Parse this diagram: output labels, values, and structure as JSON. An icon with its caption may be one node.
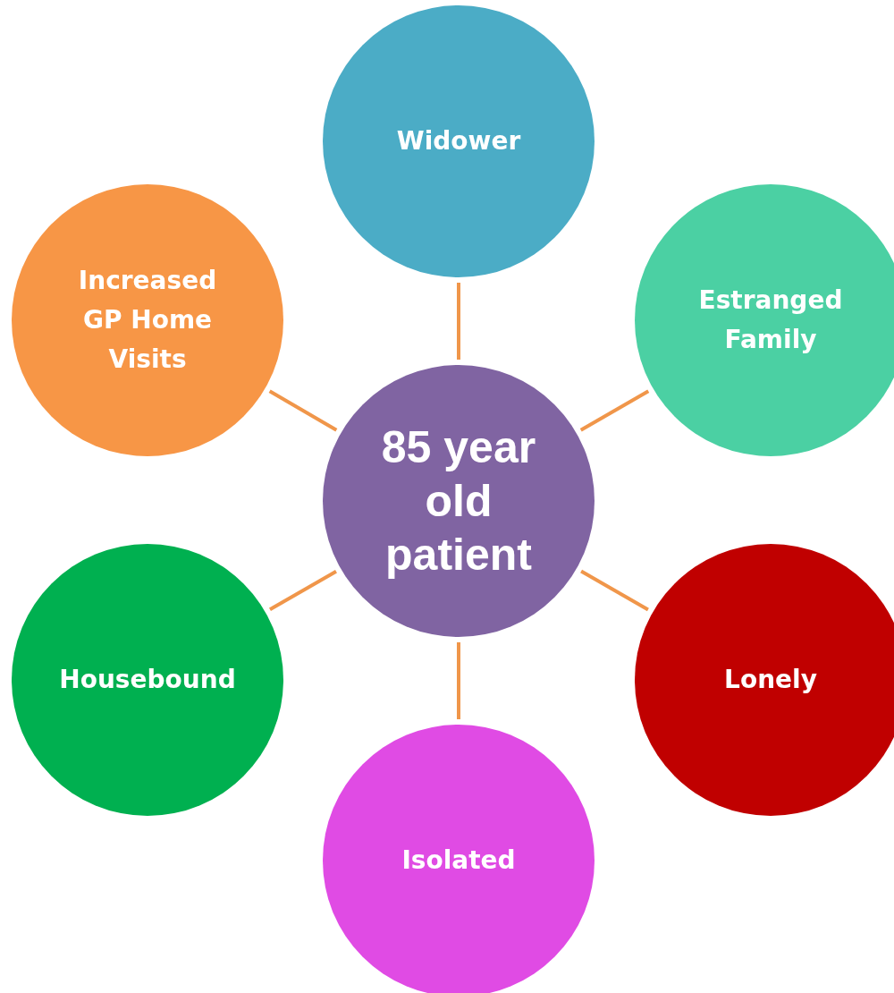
{
  "diagram": {
    "nodes": [
      {
        "text": [
          "85 year old patient"
        ]
      },
      {
        "text": [
          "Widower"
        ]
      },
      {
        "text": [
          "Increased GP Home Visits"
        ]
      },
      {
        "text": [
          "Estranged Family"
        ]
      },
      {
        "text": [
          "Housebound"
        ]
      },
      {
        "text": [
          "Lonely"
        ]
      },
      {
        "text": [
          "Isolated"
        ]
      }
    ],
    "edges": [
      {
        "from": 0,
        "to": 1,
        "arrow": "none"
      },
      {
        "from": 0,
        "to": 2,
        "arrow": "none"
      },
      {
        "from": 0,
        "to": 3,
        "arrow": "none"
      },
      {
        "from": 0,
        "to": 4,
        "arrow": "none"
      },
      {
        "from": 0,
        "to": 5,
        "arrow": "none"
      },
      {
        "from": 0,
        "to": 6,
        "arrow": "none"
      }
    ]
  }
}
